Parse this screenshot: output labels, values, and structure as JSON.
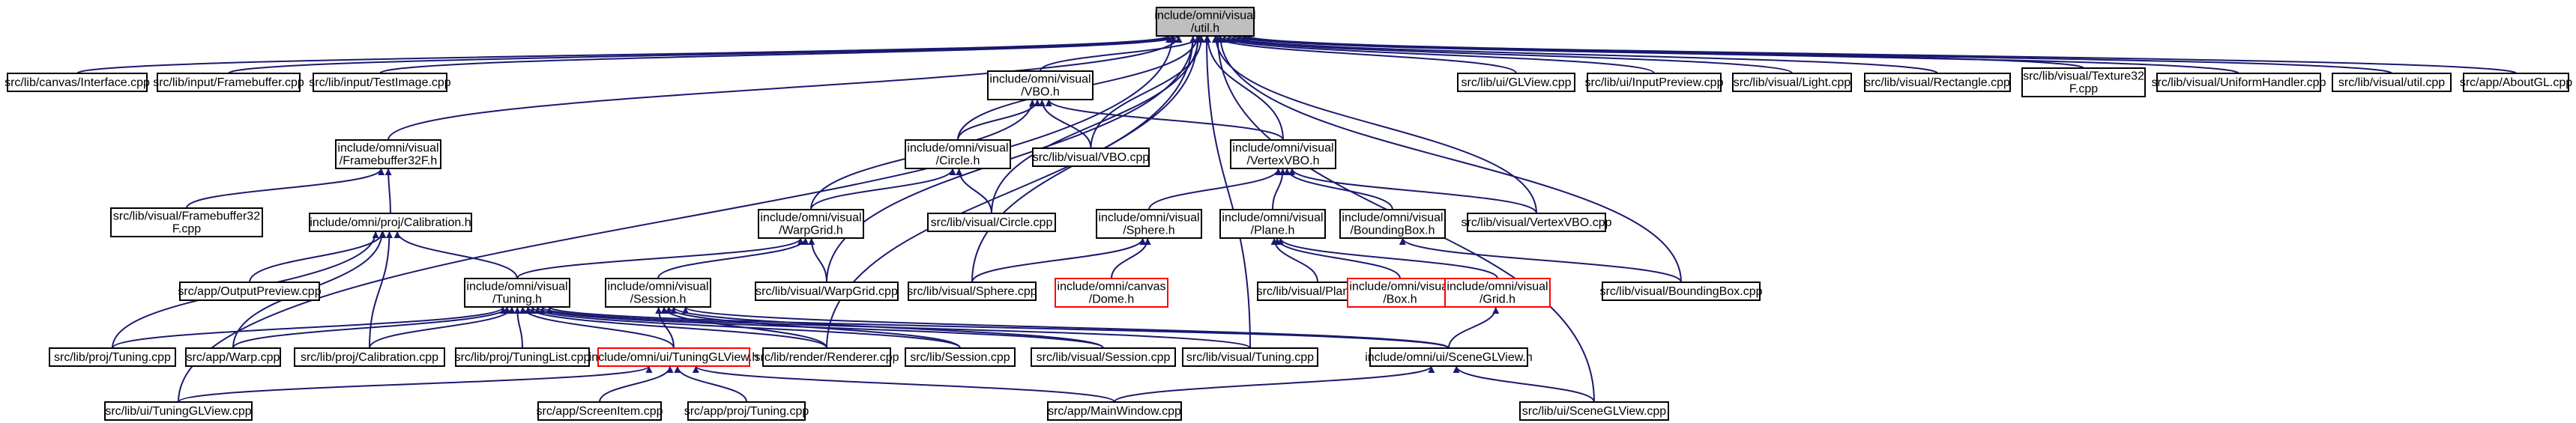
{
  "colors": {
    "edge": "#191970",
    "node_border": "#000000",
    "node_fill": "#ffffff",
    "root_fill": "#bfbfbf",
    "incomplete_border": "#ff0000",
    "text": "#000000"
  },
  "nodes": [
    {
      "id": "util",
      "lines": [
        "include/omni/visual",
        "/util.h"
      ],
      "root": true
    },
    {
      "id": "interface",
      "lines": [
        "src/lib/canvas/Interface.cpp"
      ]
    },
    {
      "id": "framebuffer_cpp",
      "lines": [
        "src/lib/input/Framebuffer.cpp"
      ]
    },
    {
      "id": "testimage",
      "lines": [
        "src/lib/input/TestImage.cpp"
      ]
    },
    {
      "id": "fb32f_h",
      "lines": [
        "include/omni/visual",
        "/Framebuffer32F.h"
      ]
    },
    {
      "id": "vbo_h",
      "lines": [
        "include/omni/visual",
        "/VBO.h"
      ]
    },
    {
      "id": "circle_h",
      "lines": [
        "include/omni/visual",
        "/Circle.h"
      ]
    },
    {
      "id": "vbo_cpp",
      "lines": [
        "src/lib/visual/VBO.cpp"
      ]
    },
    {
      "id": "vertexvbo_h",
      "lines": [
        "include/omni/visual",
        "/VertexVBO.h"
      ]
    },
    {
      "id": "glview",
      "lines": [
        "src/lib/ui/GLView.cpp"
      ]
    },
    {
      "id": "inputpreview",
      "lines": [
        "src/lib/ui/InputPreview.cpp"
      ]
    },
    {
      "id": "light",
      "lines": [
        "src/lib/visual/Light.cpp"
      ]
    },
    {
      "id": "rectangle",
      "lines": [
        "src/lib/visual/Rectangle.cpp"
      ]
    },
    {
      "id": "texture32f",
      "lines": [
        "src/lib/visual/Texture32",
        "F.cpp"
      ]
    },
    {
      "id": "uniformhandler",
      "lines": [
        "src/lib/visual/UniformHandler.cpp"
      ]
    },
    {
      "id": "util_cpp",
      "lines": [
        "src/lib/visual/util.cpp"
      ]
    },
    {
      "id": "aboutgl",
      "lines": [
        "src/app/AboutGL.cpp"
      ]
    },
    {
      "id": "fb32f_cpp",
      "lines": [
        "src/lib/visual/Framebuffer32",
        "F.cpp"
      ]
    },
    {
      "id": "calibration_h",
      "lines": [
        "include/omni/proj/Calibration.h"
      ]
    },
    {
      "id": "warpgrid_h",
      "lines": [
        "include/omni/visual",
        "/WarpGrid.h"
      ]
    },
    {
      "id": "circle_cpp",
      "lines": [
        "src/lib/visual/Circle.cpp"
      ]
    },
    {
      "id": "sphere_h",
      "lines": [
        "include/omni/visual",
        "/Sphere.h"
      ]
    },
    {
      "id": "plane_h",
      "lines": [
        "include/omni/visual",
        "/Plane.h"
      ]
    },
    {
      "id": "boundingbox_h",
      "lines": [
        "include/omni/visual",
        "/BoundingBox.h"
      ]
    },
    {
      "id": "vertexvbo_cpp",
      "lines": [
        "src/lib/visual/VertexVBO.cpp"
      ]
    },
    {
      "id": "outputpreview",
      "lines": [
        "src/app/OutputPreview.cpp"
      ]
    },
    {
      "id": "tuning_h",
      "lines": [
        "include/omni/visual",
        "/Tuning.h"
      ]
    },
    {
      "id": "session_h",
      "lines": [
        "include/omni/visual",
        "/Session.h"
      ]
    },
    {
      "id": "warpgrid_cpp",
      "lines": [
        "src/lib/visual/WarpGrid.cpp"
      ]
    },
    {
      "id": "sphere_cpp",
      "lines": [
        "src/lib/visual/Sphere.cpp"
      ]
    },
    {
      "id": "dome_h",
      "lines": [
        "include/omni/canvas",
        "/Dome.h"
      ],
      "incomplete": true
    },
    {
      "id": "plane_cpp",
      "lines": [
        "src/lib/visual/Plane.cpp"
      ]
    },
    {
      "id": "box_h",
      "lines": [
        "include/omni/visual",
        "/Box.h"
      ],
      "incomplete": true
    },
    {
      "id": "grid_h",
      "lines": [
        "include/omni/visual",
        "/Grid.h"
      ],
      "incomplete": true
    },
    {
      "id": "boundingbox_cpp",
      "lines": [
        "src/lib/visual/BoundingBox.cpp"
      ]
    },
    {
      "id": "proj_tuning",
      "lines": [
        "src/lib/proj/Tuning.cpp"
      ]
    },
    {
      "id": "warp",
      "lines": [
        "src/app/Warp.cpp"
      ]
    },
    {
      "id": "calibration_cpp",
      "lines": [
        "src/lib/proj/Calibration.cpp"
      ]
    },
    {
      "id": "tuninglist",
      "lines": [
        "src/lib/proj/TuningList.cpp"
      ]
    },
    {
      "id": "tuningglview_h",
      "lines": [
        "include/omni/ui/TuningGLView.h"
      ],
      "incomplete": true
    },
    {
      "id": "renderer",
      "lines": [
        "src/lib/render/Renderer.cpp"
      ]
    },
    {
      "id": "session_cpp",
      "lines": [
        "src/lib/Session.cpp"
      ]
    },
    {
      "id": "visual_session",
      "lines": [
        "src/lib/visual/Session.cpp"
      ]
    },
    {
      "id": "visual_tuning",
      "lines": [
        "src/lib/visual/Tuning.cpp"
      ]
    },
    {
      "id": "sceneglview_h",
      "lines": [
        "include/omni/ui/SceneGLView.h"
      ]
    },
    {
      "id": "tuningglview_cpp",
      "lines": [
        "src/lib/ui/TuningGLView.cpp"
      ]
    },
    {
      "id": "screenitem",
      "lines": [
        "src/app/ScreenItem.cpp"
      ]
    },
    {
      "id": "app_proj_tuning",
      "lines": [
        "src/app/proj/Tuning.cpp"
      ]
    },
    {
      "id": "mainwindow",
      "lines": [
        "src/app/MainWindow.cpp"
      ]
    },
    {
      "id": "sceneglview_cpp",
      "lines": [
        "src/lib/ui/SceneGLView.cpp"
      ]
    }
  ],
  "edges": [
    [
      "interface",
      "util"
    ],
    [
      "framebuffer_cpp",
      "util"
    ],
    [
      "testimage",
      "util"
    ],
    [
      "fb32f_h",
      "util"
    ],
    [
      "vbo_h",
      "util"
    ],
    [
      "circle_h",
      "util"
    ],
    [
      "vbo_cpp",
      "util"
    ],
    [
      "vertexvbo_h",
      "util"
    ],
    [
      "glview",
      "util"
    ],
    [
      "inputpreview",
      "util"
    ],
    [
      "light",
      "util"
    ],
    [
      "rectangle",
      "util"
    ],
    [
      "texture32f",
      "util"
    ],
    [
      "uniformhandler",
      "util"
    ],
    [
      "util_cpp",
      "util"
    ],
    [
      "aboutgl",
      "util"
    ],
    [
      "circle_cpp",
      "util"
    ],
    [
      "vertexvbo_cpp",
      "util"
    ],
    [
      "boundingbox_cpp",
      "util"
    ],
    [
      "sphere_cpp",
      "util"
    ],
    [
      "warpgrid_cpp",
      "util"
    ],
    [
      "tuningglview_cpp",
      "util"
    ],
    [
      "sceneglview_cpp",
      "util"
    ],
    [
      "visual_tuning",
      "util"
    ],
    [
      "renderer",
      "util"
    ],
    [
      "fb32f_cpp",
      "fb32f_h"
    ],
    [
      "calibration_h",
      "fb32f_h"
    ],
    [
      "circle_h",
      "vbo_h"
    ],
    [
      "vbo_cpp",
      "vbo_h"
    ],
    [
      "vertexvbo_h",
      "vbo_h"
    ],
    [
      "warpgrid_h",
      "vbo_h"
    ],
    [
      "warpgrid_h",
      "circle_h"
    ],
    [
      "circle_cpp",
      "circle_h"
    ],
    [
      "sphere_h",
      "vertexvbo_h"
    ],
    [
      "plane_h",
      "vertexvbo_h"
    ],
    [
      "boundingbox_h",
      "vertexvbo_h"
    ],
    [
      "vertexvbo_cpp",
      "vertexvbo_h"
    ],
    [
      "outputpreview",
      "calibration_h"
    ],
    [
      "tuning_h",
      "calibration_h"
    ],
    [
      "proj_tuning",
      "calibration_h"
    ],
    [
      "warp",
      "calibration_h"
    ],
    [
      "calibration_cpp",
      "calibration_h"
    ],
    [
      "tuning_h",
      "warpgrid_h"
    ],
    [
      "session_h",
      "warpgrid_h"
    ],
    [
      "warpgrid_cpp",
      "warpgrid_h"
    ],
    [
      "sphere_cpp",
      "sphere_h"
    ],
    [
      "dome_h",
      "sphere_h"
    ],
    [
      "plane_cpp",
      "plane_h"
    ],
    [
      "box_h",
      "plane_h"
    ],
    [
      "grid_h",
      "plane_h"
    ],
    [
      "boundingbox_cpp",
      "boundingbox_h"
    ],
    [
      "proj_tuning",
      "tuning_h"
    ],
    [
      "warp",
      "tuning_h"
    ],
    [
      "calibration_cpp",
      "tuning_h"
    ],
    [
      "tuninglist",
      "tuning_h"
    ],
    [
      "tuningglview_h",
      "tuning_h"
    ],
    [
      "renderer",
      "tuning_h"
    ],
    [
      "session_cpp",
      "tuning_h"
    ],
    [
      "visual_session",
      "tuning_h"
    ],
    [
      "visual_tuning",
      "tuning_h"
    ],
    [
      "sceneglview_h",
      "tuning_h"
    ],
    [
      "tuningglview_h",
      "session_h"
    ],
    [
      "renderer",
      "session_h"
    ],
    [
      "session_cpp",
      "session_h"
    ],
    [
      "visual_session",
      "session_h"
    ],
    [
      "sceneglview_h",
      "session_h"
    ],
    [
      "sceneglview_h",
      "grid_h"
    ],
    [
      "tuningglview_cpp",
      "tuningglview_h"
    ],
    [
      "screenitem",
      "tuningglview_h"
    ],
    [
      "app_proj_tuning",
      "tuningglview_h"
    ],
    [
      "mainwindow",
      "tuningglview_h"
    ],
    [
      "mainwindow",
      "sceneglview_h"
    ],
    [
      "sceneglview_cpp",
      "sceneglview_h"
    ]
  ]
}
